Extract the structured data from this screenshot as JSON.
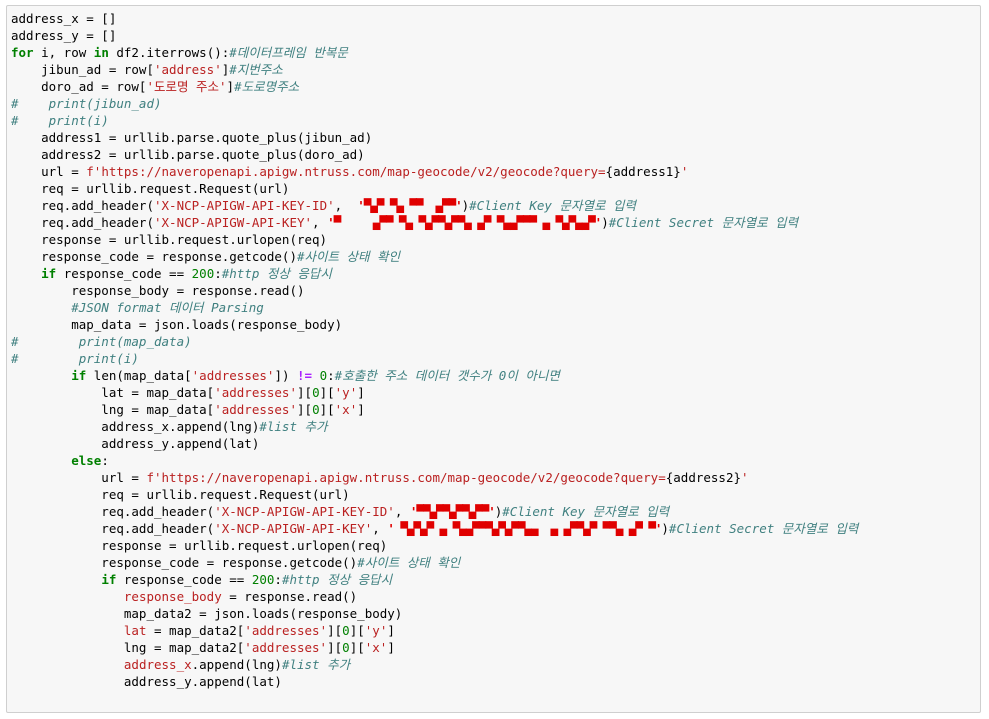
{
  "code_lines": [
    [
      [
        "txt",
        "address_x = []"
      ]
    ],
    [
      [
        "txt",
        "address_y = []"
      ]
    ],
    [
      [
        "kw",
        "for"
      ],
      [
        "txt",
        " i, row "
      ],
      [
        "kw",
        "in"
      ],
      [
        "txt",
        " df2.iterrows():"
      ],
      [
        "cm",
        "#데이터프레임 반복문"
      ]
    ],
    [
      [
        "txt",
        "    jibun_ad = row["
      ],
      [
        "str",
        "'address'"
      ],
      [
        "txt",
        "]"
      ],
      [
        "cm",
        "#지번주소"
      ]
    ],
    [
      [
        "txt",
        "    doro_ad = row["
      ],
      [
        "str",
        "'도로명 주소'"
      ],
      [
        "txt",
        "]"
      ],
      [
        "cm",
        "#도로명주소"
      ]
    ],
    [
      [
        "cm",
        "#    print(jibun_ad)"
      ]
    ],
    [
      [
        "cm",
        "#    print(i)"
      ]
    ],
    [
      [
        "txt",
        "    address1 = urllib.parse.quote_plus(jibun_ad)"
      ]
    ],
    [
      [
        "txt",
        "    address2 = urllib.parse.quote_plus(doro_ad)"
      ]
    ],
    [
      [
        "txt",
        "    url = "
      ],
      [
        "str",
        "f'https://naveropenapi.apigw.ntruss.com/map-geocode/v2/geocode?query="
      ],
      [
        "txt",
        "{address1}"
      ],
      [
        "str",
        "'"
      ]
    ],
    [
      [
        "txt",
        "    req = urllib.request.Request(url)"
      ]
    ],
    [
      [
        "txt",
        "    req.add_header("
      ],
      [
        "str",
        "'X-NCP-APIGW-API-KEY-ID'"
      ],
      [
        "txt",
        ",  "
      ],
      [
        "redact",
        "'▀▄▀ ▀▄ ▀▀  ▄▀▀'"
      ],
      [
        "txt",
        ")"
      ],
      [
        "cm",
        "#Client Key 문자열로 입력"
      ]
    ],
    [
      [
        "txt",
        "    req.add_header("
      ],
      [
        "str",
        "'X-NCP-APIGW-API-KEY'"
      ],
      [
        "txt",
        ", "
      ],
      [
        "redact",
        "'▀     ▄▀▀ ▀▄ ▀▄▀▀▄▀▀▄ ▄▀ ▀▄▄▀▀▀ ▄ ▀▄▀▄▄▀'"
      ],
      [
        "txt",
        ")"
      ],
      [
        "cm",
        "#Client Secret 문자열로 입력"
      ]
    ],
    [
      [
        "txt",
        "    response = urllib.request.urlopen(req)"
      ]
    ],
    [
      [
        "txt",
        "    response_code = response.getcode()"
      ],
      [
        "cm",
        "#사이트 상태 확인"
      ]
    ],
    [
      [
        "txt",
        "    "
      ],
      [
        "kw",
        "if"
      ],
      [
        "txt",
        " response_code == "
      ],
      [
        "num",
        "200"
      ],
      [
        "txt",
        ":"
      ],
      [
        "cm",
        "#http 정상 응답시"
      ]
    ],
    [
      [
        "txt",
        "        response_body = response.read()"
      ]
    ],
    [
      [
        "txt",
        "        "
      ],
      [
        "cm",
        "#JSON format 데이터 Parsing"
      ]
    ],
    [
      [
        "txt",
        "        map_data = json.loads(response_body)"
      ]
    ],
    [
      [
        "cm",
        "#        print(map_data)"
      ]
    ],
    [
      [
        "cm",
        "#        print(i)"
      ]
    ],
    [
      [
        "txt",
        "        "
      ],
      [
        "kw",
        "if"
      ],
      [
        "txt",
        " len(map_data["
      ],
      [
        "str",
        "'addresses'"
      ],
      [
        "txt",
        "]) "
      ],
      [
        "op",
        "!="
      ],
      [
        "txt",
        " "
      ],
      [
        "num",
        "0"
      ],
      [
        "txt",
        ":"
      ],
      [
        "cm",
        "#호출한 주소 데이터 갯수가 0이 아니면"
      ]
    ],
    [
      [
        "txt",
        "            lat = map_data["
      ],
      [
        "str",
        "'addresses'"
      ],
      [
        "txt",
        "]["
      ],
      [
        "num",
        "0"
      ],
      [
        "txt",
        "]["
      ],
      [
        "str",
        "'y'"
      ],
      [
        "txt",
        "]"
      ]
    ],
    [
      [
        "txt",
        "            lng = map_data["
      ],
      [
        "str",
        "'addresses'"
      ],
      [
        "txt",
        "]["
      ],
      [
        "num",
        "0"
      ],
      [
        "txt",
        "]["
      ],
      [
        "str",
        "'x'"
      ],
      [
        "txt",
        "]"
      ]
    ],
    [
      [
        "txt",
        "            address_x.append(lng)"
      ],
      [
        "cm",
        "#list 추가"
      ]
    ],
    [
      [
        "txt",
        "            address_y.append(lat)"
      ]
    ],
    [
      [
        "txt",
        "        "
      ],
      [
        "kw",
        "else"
      ],
      [
        "txt",
        ":"
      ]
    ],
    [
      [
        "txt",
        "            url = "
      ],
      [
        "str",
        "f'https://naveropenapi.apigw.ntruss.com/map-geocode/v2/geocode?query="
      ],
      [
        "txt",
        "{address2}"
      ],
      [
        "str",
        "'"
      ]
    ],
    [
      [
        "txt",
        "            req = urllib.request.Request(url)"
      ]
    ],
    [
      [
        "txt",
        "            req.add_header("
      ],
      [
        "str",
        "'X-NCP-APIGW-API-KEY-ID'"
      ],
      [
        "txt",
        ", "
      ],
      [
        "redact",
        "'▀▀▄▀▀▄▀▀▄▀▀'"
      ],
      [
        "txt",
        ")"
      ],
      [
        "cm",
        "#Client Key 문자열로 입력"
      ]
    ],
    [
      [
        "txt",
        "            req.add_header("
      ],
      [
        "str",
        "'X-NCP-APIGW-API-KEY'"
      ],
      [
        "txt",
        ", "
      ],
      [
        "redact",
        "' ▀▄▀▄▀ ▄ ▀▄▄▀▀▀▄▀▄▀▀▄▄  ▄ ▄▀▀▄▀ ▀▀▄ ▄▀ ▀'"
      ],
      [
        "txt",
        ")"
      ],
      [
        "cm",
        "#Client Secret 문자열로 입력"
      ]
    ],
    [
      [
        "txt",
        "            response = urllib.request.urlopen(req)"
      ]
    ],
    [
      [
        "txt",
        "            response_code = response.getcode()"
      ],
      [
        "cm",
        "#사이트 상태 확인"
      ]
    ],
    [
      [
        "txt",
        "            "
      ],
      [
        "kw",
        "if"
      ],
      [
        "txt",
        " response_code == "
      ],
      [
        "num",
        "200"
      ],
      [
        "txt",
        ":"
      ],
      [
        "cm",
        "#http 정상 응답시"
      ]
    ],
    [
      [
        "txt",
        "               "
      ],
      [
        "var-red",
        "response_body"
      ],
      [
        "txt",
        " = response.read()"
      ]
    ],
    [
      [
        "txt",
        "               map_data2 = json.loads(response_body)"
      ]
    ],
    [
      [
        "txt",
        "               "
      ],
      [
        "var-red",
        "lat"
      ],
      [
        "txt",
        " = map_data2["
      ],
      [
        "str",
        "'addresses'"
      ],
      [
        "txt",
        "]["
      ],
      [
        "num",
        "0"
      ],
      [
        "txt",
        "]["
      ],
      [
        "str",
        "'y'"
      ],
      [
        "txt",
        "]"
      ]
    ],
    [
      [
        "txt",
        "               lng = map_data2["
      ],
      [
        "str",
        "'addresses'"
      ],
      [
        "txt",
        "]["
      ],
      [
        "num",
        "0"
      ],
      [
        "txt",
        "]["
      ],
      [
        "str",
        "'x'"
      ],
      [
        "txt",
        "]"
      ]
    ],
    [
      [
        "txt",
        "               "
      ],
      [
        "var-red",
        "address_x"
      ],
      [
        "txt",
        ".append(lng)"
      ],
      [
        "cm",
        "#list 추가"
      ]
    ],
    [
      [
        "txt",
        "               address_y.append(lat)"
      ]
    ]
  ]
}
